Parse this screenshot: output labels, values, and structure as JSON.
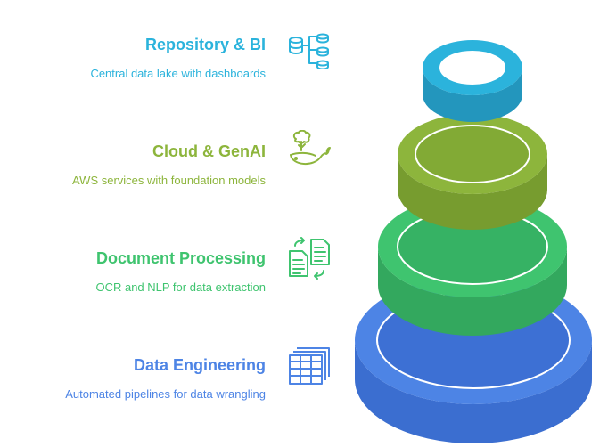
{
  "colors": {
    "repository": "#2bb3dc",
    "cloud": "#8db53c",
    "document": "#3fc46f",
    "engineering": "#4d84e5"
  },
  "layers": [
    {
      "id": "repository",
      "title": "Repository & BI",
      "description": "Central data lake with dashboards",
      "icon": "database-network-icon"
    },
    {
      "id": "cloud",
      "title": "Cloud & GenAI",
      "description": "AWS services with foundation models",
      "icon": "whale-tree-icon"
    },
    {
      "id": "document",
      "title": "Document Processing",
      "description": "OCR and NLP for data extraction",
      "icon": "document-transfer-icon"
    },
    {
      "id": "engineering",
      "title": "Data Engineering",
      "description": "Automated pipelines for data wrangling",
      "icon": "table-stack-icon"
    }
  ]
}
